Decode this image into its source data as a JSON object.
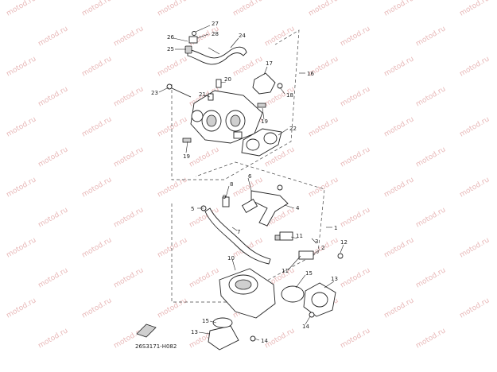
{
  "diagram": {
    "catalog_code": "26S3171-H082",
    "watermark_text": "motod.ru",
    "callouts": [
      "27",
      "28",
      "26",
      "24",
      "25",
      "17",
      "16",
      "20",
      "23",
      "21",
      "18",
      "19",
      "22",
      "19",
      "6",
      "8",
      "4",
      "9",
      "5",
      "7",
      "1",
      "11",
      "3",
      "12",
      "2",
      "10",
      "11",
      "13",
      "15",
      "14",
      "13",
      "15",
      "14"
    ],
    "colors": {
      "ink": "#222222",
      "watermark": "#e8b8b8",
      "background": "#ffffff"
    }
  }
}
